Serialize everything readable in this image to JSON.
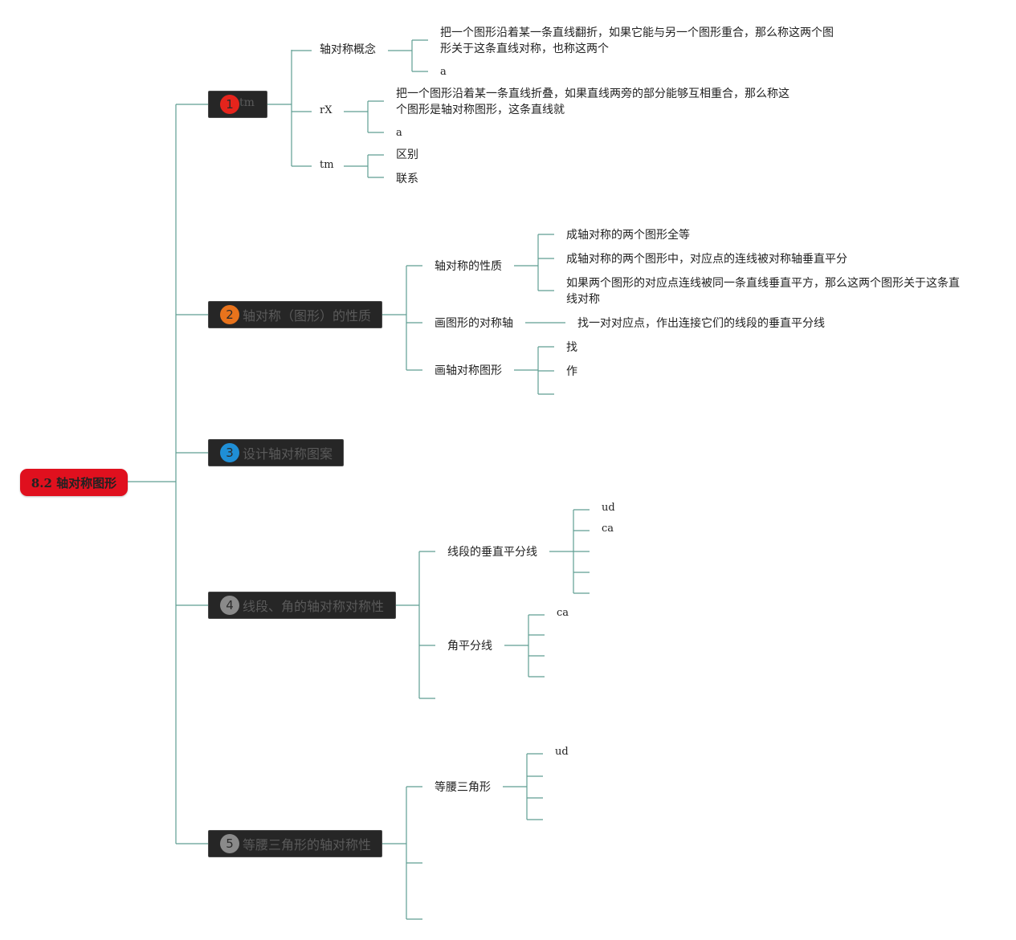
{
  "root": {
    "label": "8.2 轴对称图形",
    "color": "#e0101e"
  },
  "colors": {
    "line": "#5f9e92",
    "topic_bg": "#262626"
  },
  "topics": [
    {
      "num": "1",
      "badge_color": "#e5241c",
      "label": "tm",
      "children": [
        {
          "label": "轴对称概念",
          "children": [
            {
              "text": "把一个图形沿着某一条直线翻折，如果它能与另一个图形重合，那么称这两个图形关于这条直线对称，也称这两个"
            },
            {
              "text": "a"
            }
          ]
        },
        {
          "label": "rX",
          "children": [
            {
              "text": "把一个图形沿着某一条直线折叠，如果直线两旁的部分能够互相重合，那么称这个图形是轴对称图形，这条直线就"
            },
            {
              "text": "a"
            }
          ]
        },
        {
          "label": "tm",
          "children": [
            {
              "text": "区别"
            },
            {
              "text": "联系"
            }
          ]
        }
      ]
    },
    {
      "num": "2",
      "badge_color": "#e8731c",
      "label": "轴对称（图形）的性质",
      "children": [
        {
          "label": "轴对称的性质",
          "children": [
            {
              "text": "成轴对称的两个图形全等"
            },
            {
              "text": "成轴对称的两个图形中，对应点的连线被对称轴垂直平分"
            },
            {
              "text": "如果两个图形的对应点连线被同一条直线垂直平方，那么这两个图形关于这条直线对称"
            }
          ]
        },
        {
          "label": "画图形的对称轴",
          "children": [
            {
              "text": "找一对对应点，作出连接它们的线段的垂直平分线"
            }
          ]
        },
        {
          "label": "画轴对称图形",
          "children": [
            {
              "text": "找"
            },
            {
              "text": "作"
            },
            {
              "text": ""
            }
          ]
        }
      ]
    },
    {
      "num": "3",
      "badge_color": "#1f8fd6",
      "label": "设计轴对称图案",
      "children": []
    },
    {
      "num": "4",
      "badge_color": "#8a8a8a",
      "label": "线段、角的轴对称对称性",
      "children": [
        {
          "label": "线段的垂直平分线",
          "children": [
            {
              "text": "ud"
            },
            {
              "text": "ca"
            },
            {
              "text": ""
            },
            {
              "text": ""
            },
            {
              "text": ""
            }
          ]
        },
        {
          "label": "角平分线",
          "children": [
            {
              "text": "ca"
            },
            {
              "text": ""
            },
            {
              "text": ""
            },
            {
              "text": ""
            }
          ]
        },
        {
          "label": "",
          "children": []
        }
      ]
    },
    {
      "num": "5",
      "badge_color": "#8a8a8a",
      "label": "等腰三角形的轴对称性",
      "children": [
        {
          "label": "等腰三角形",
          "children": [
            {
              "text": "ud"
            },
            {
              "text": ""
            },
            {
              "text": ""
            },
            {
              "text": ""
            }
          ]
        },
        {
          "label": "",
          "children": []
        },
        {
          "label": "",
          "children": []
        }
      ]
    }
  ]
}
